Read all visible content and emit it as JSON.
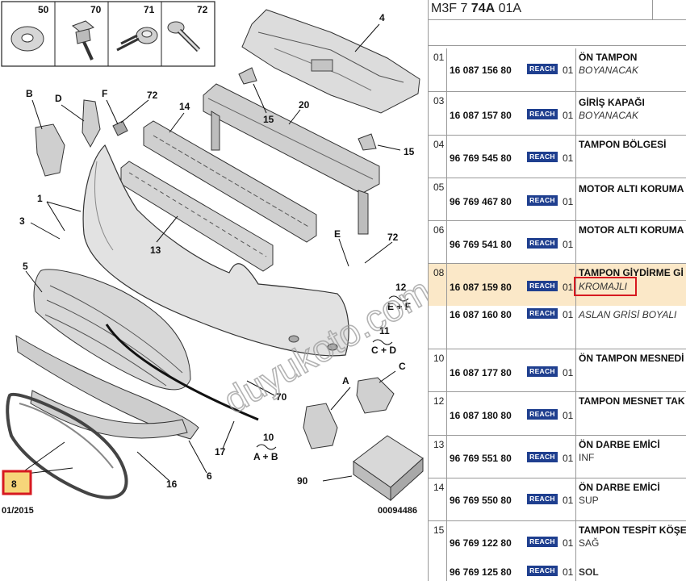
{
  "diagram": {
    "parts_box": [
      {
        "label": "50",
        "icon": "washer-icon"
      },
      {
        "label": "70",
        "icon": "screw-icon"
      },
      {
        "label": "71",
        "icon": "self-tapping-screw-icon"
      },
      {
        "label": "72",
        "icon": "flange-bolt-icon"
      }
    ],
    "callouts": {
      "c4": "4",
      "c20": "20",
      "c15a": "15",
      "c15b": "15",
      "c14": "14",
      "c72a": "72",
      "c72b": "72",
      "cB": "B",
      "cD": "D",
      "cF": "F",
      "c1": "1",
      "c3": "3",
      "c13": "13",
      "c5": "5",
      "cE": "E",
      "c12": "12",
      "c12s": "E + F",
      "c11": "11",
      "c11s": "C + D",
      "c70": "70",
      "cA": "A",
      "cC": "C",
      "c10": "10",
      "c10s": "A + B",
      "c17": "17",
      "c6": "6",
      "c16": "16",
      "c8": "8",
      "c90": "90"
    },
    "date": "01/2015",
    "ref": "00094486",
    "watermark": "duyukoto.com"
  },
  "catalog": {
    "code_prefix": "M3F 7 ",
    "code_bold": "74A",
    "code_suffix": " 01A",
    "rows": [
      {
        "idx": "01",
        "pn": "16 087 156 80",
        "reach": "REACH",
        "qty": "01",
        "desc": "ÖN TAMPON",
        "sub": "BOYANACAK"
      },
      {
        "idx": "03",
        "pn": "16 087 157 80",
        "reach": "REACH",
        "qty": "01",
        "desc": "GİRİŞ KAPAĞI",
        "sub": "BOYANACAK"
      },
      {
        "idx": "04",
        "pn": "96 769 545 80",
        "reach": "REACH",
        "qty": "01",
        "desc": "TAMPON BÖLGESİ",
        "sub": ""
      },
      {
        "idx": "05",
        "pn": "96 769 467 80",
        "reach": "REACH",
        "qty": "01",
        "desc": "MOTOR ALTI KORUMA",
        "sub": ""
      },
      {
        "idx": "06",
        "pn": "96 769 541 80",
        "reach": "REACH",
        "qty": "01",
        "desc": "MOTOR ALTI KORUMA",
        "sub": ""
      },
      {
        "idx": "08",
        "pn": "16 087 159 80",
        "reach": "REACH",
        "qty": "01",
        "desc": "TAMPON GİYDİRME Gİ",
        "sub": "KROMAJLI",
        "pn2": "16 087 160 80",
        "reach2": "REACH",
        "qty2": "01",
        "sub2": "ASLAN GRİSİ BOYALI"
      },
      {
        "idx": "10",
        "pn": "16 087 177 80",
        "reach": "REACH",
        "qty": "01",
        "desc": "ÖN TAMPON MESNEDİ",
        "sub": ""
      },
      {
        "idx": "12",
        "pn": "16 087 180 80",
        "reach": "REACH",
        "qty": "01",
        "desc": "TAMPON MESNET TAK",
        "sub": ""
      },
      {
        "idx": "13",
        "pn": "96 769 551 80",
        "reach": "REACH",
        "qty": "01",
        "desc": "ÖN DARBE EMİCİ",
        "sub": "INF"
      },
      {
        "idx": "14",
        "pn": "96 769 550 80",
        "reach": "REACH",
        "qty": "01",
        "desc": "ÖN DARBE EMİCİ",
        "sub": "SUP"
      },
      {
        "idx": "15",
        "pn": "96 769 122 80",
        "reach": "REACH",
        "qty": "01",
        "desc": "TAMPON TESPİT KÖŞE",
        "sub": "SAĞ",
        "pn2": "96 769 125 80",
        "reach2": "REACH",
        "qty2": "01",
        "sub2": "SOL"
      }
    ]
  }
}
